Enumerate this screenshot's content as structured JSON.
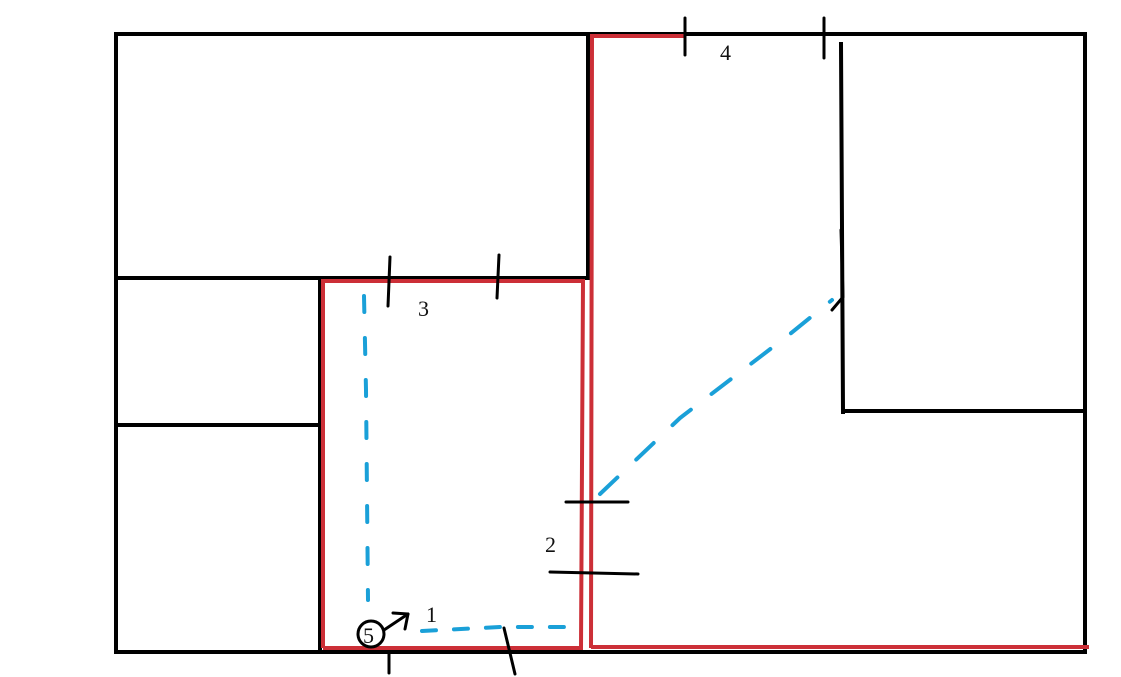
{
  "colors": {
    "wall": "#000000",
    "highlight": "#cc2f37",
    "path": "#1aa0d8",
    "background": "#ffffff"
  },
  "labels": {
    "door_1": "1",
    "door_2": "2",
    "door_3": "3",
    "door_4": "4",
    "marker_5": "5"
  }
}
